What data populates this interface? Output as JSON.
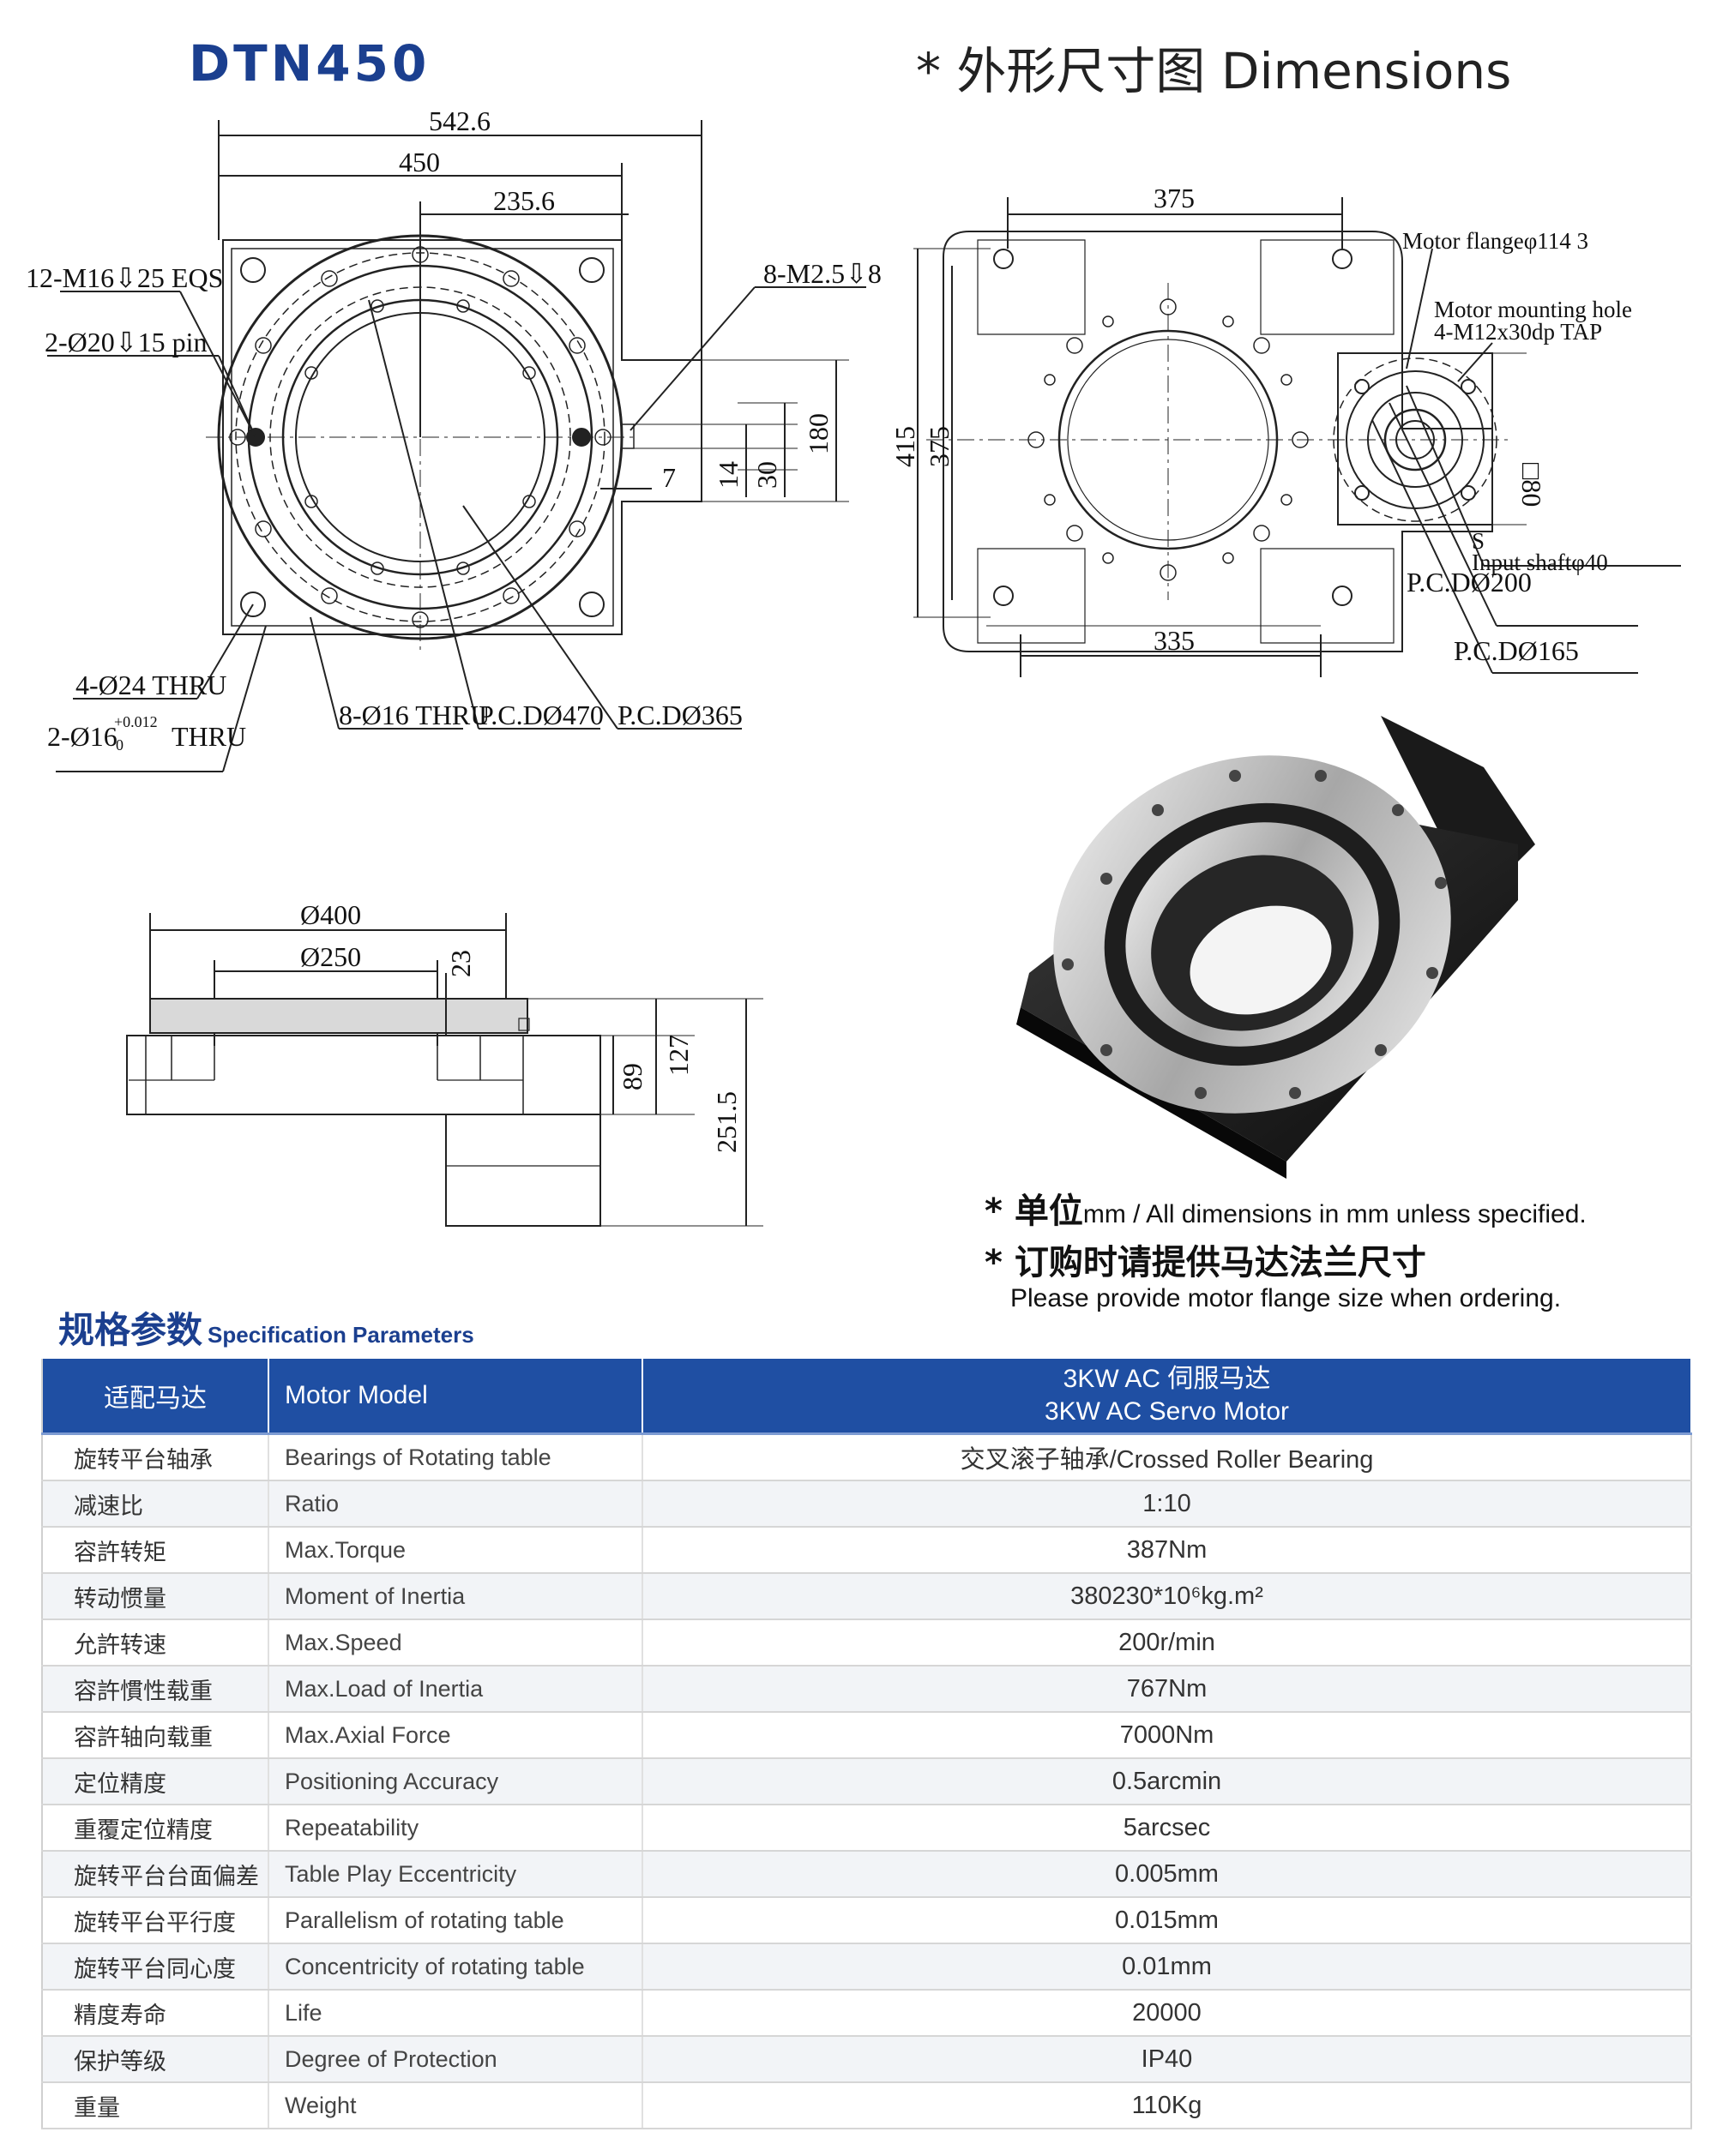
{
  "model": "DTN450",
  "dimensions_title": "* 外形尺寸图 Dimensions",
  "front_view": {
    "dims": {
      "overall": "542.6",
      "body": "450",
      "half": "235.6",
      "shaft_w": "7",
      "shaft_h1": "14",
      "shaft_h2": "30",
      "flange": "180"
    },
    "labels": {
      "tap": "12-M16⇩25 EQS",
      "pin": "2-Ø20⇩15 pin",
      "m25": "8-M2.5⇩8",
      "thru24": "4-Ø24 THRU",
      "thru16": "2-Ø16",
      "tol": "+0.012",
      "tol0": "0",
      "thru16b": "THRU",
      "thru16c": "8-Ø16 THRU",
      "pcd470": "P.C.DØ470",
      "pcd365": "P.C.DØ365"
    }
  },
  "rear_view": {
    "dims": {
      "width": "375",
      "height_outer": "415",
      "height_inner": "375",
      "bottom": "335",
      "sq": "□80"
    },
    "labels": {
      "motor_flange": "Motor flangeφ114  3",
      "mount_hole": "Motor mounting hole",
      "mount_tap": "4-M12x30dp TAP",
      "s": "S",
      "input_shaft": "Input shaftφ40",
      "pcd200": "P.C.DØ200",
      "pcd165": "P.C.DØ165"
    }
  },
  "side_view": {
    "dims": {
      "d400": "Ø400",
      "d250": "Ø250",
      "h23": "23",
      "h89": "89",
      "h127": "127",
      "h2515": "251.5"
    }
  },
  "notes": {
    "unit_cn": "单位",
    "unit_mm": "mm",
    "unit_en": " / All dimensions in mm unless specified.",
    "order_cn": "* 订购时请提供马达法兰尺寸",
    "order_en": "Please provide motor flange size when ordering.",
    "star": "* "
  },
  "spec": {
    "title_cn": "规格参数",
    "title_en": "Specification Parameters",
    "header": {
      "c1": "适配马达",
      "c2": "Motor Model",
      "c3a": "3KW AC 伺服马达",
      "c3b": "3KW AC Servo Motor"
    },
    "rows": [
      {
        "cn": "旋转平台轴承",
        "en": "Bearings of Rotating table",
        "val": "交叉滚子轴承/Crossed Roller Bearing"
      },
      {
        "cn": "减速比",
        "en": "Ratio",
        "val": "1:10"
      },
      {
        "cn": "容許转矩",
        "en": "Max.Torque",
        "val": "387Nm"
      },
      {
        "cn": "转动惯量",
        "en": "Moment of Inertia",
        "val": "380230*10⁶kg.m²"
      },
      {
        "cn": "允許转速",
        "en": "Max.Speed",
        "val": "200r/min"
      },
      {
        "cn": "容許慣性载重",
        "en": "Max.Load of Inertia",
        "val": "767Nm"
      },
      {
        "cn": "容許轴向载重",
        "en": "Max.Axial Force",
        "val": "7000Nm"
      },
      {
        "cn": "定位精度",
        "en": "Positioning Accuracy",
        "val": "0.5arcmin"
      },
      {
        "cn": "重覆定位精度",
        "en": "Repeatability",
        "val": "5arcsec"
      },
      {
        "cn": "旋转平台台面偏差",
        "en": "Table Play Eccentricity",
        "val": "0.005mm"
      },
      {
        "cn": "旋转平台平行度",
        "en": "Parallelism of rotating table",
        "val": "0.015mm"
      },
      {
        "cn": "旋转平台同心度",
        "en": "Concentricity of rotating table",
        "val": "0.01mm"
      },
      {
        "cn": "精度寿命",
        "en": "Life",
        "val": "20000"
      },
      {
        "cn": "保护等级",
        "en": "Degree of Protection",
        "val": "IP40"
      },
      {
        "cn": "重量",
        "en": "Weight",
        "val": "110Kg"
      }
    ]
  }
}
